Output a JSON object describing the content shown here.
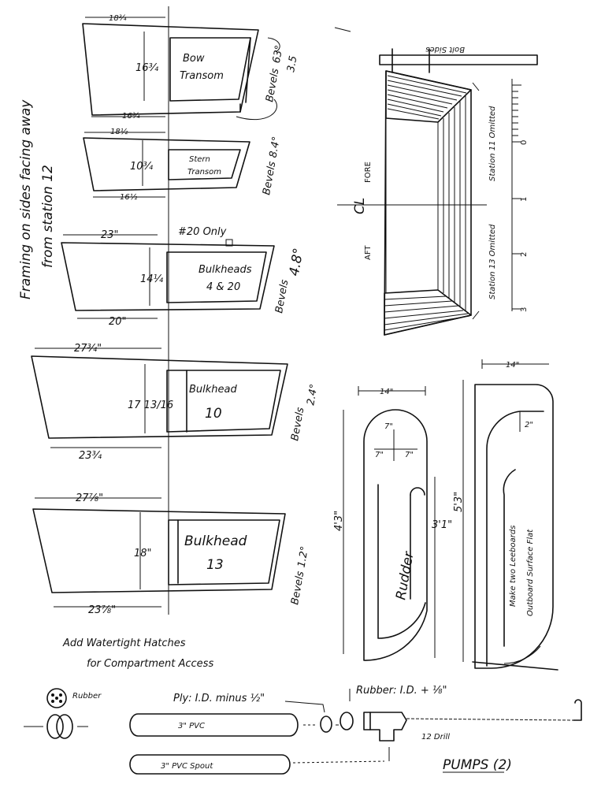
{
  "side_note": {
    "line1": "Framing on sides facing away",
    "line2": "from station 12"
  },
  "bow_transom": {
    "top_dim": "18¾",
    "height": "16¾",
    "name_line1": "Bow",
    "name_line2": "Transom",
    "bottom_dim": "16¾",
    "bevels_label": "Bevels",
    "bevels_value": "63°",
    "extra_value": "3.5"
  },
  "stern_transom": {
    "top_dim": "18½",
    "height": "10¾",
    "name_line1": "Stern",
    "name_line2": "Transom",
    "bottom_dim": "16½",
    "bevels_label": "Bevels",
    "bevels_value": "8.4°"
  },
  "bulkheads_4_20": {
    "note": "#20 Only",
    "top_dim": "23\"",
    "height": "14¼",
    "name_line1": "Bulkheads",
    "name_line2": "4 & 20",
    "bottom_dim": "20\"",
    "bevels_label": "Bevels",
    "bevels_value": "4.8°"
  },
  "bulkhead_10": {
    "top_dim": "27¾\"",
    "height": "17 13/16",
    "name_line1": "Bulkhead",
    "name_line2": "10",
    "bottom_dim": "23¾",
    "bevels_label": "Bevels",
    "bevels_value": "2.4°"
  },
  "bulkhead_13": {
    "top_dim": "27⅞\"",
    "height": "18\"",
    "name_line1": "Bulkhead",
    "name_line2": "13",
    "bottom_dim": "23⅞\"",
    "bevels_label": "Bevels",
    "bevels_value": "1.2°"
  },
  "hatch_note": {
    "line1": "Add Watertight Hatches",
    "line2": "for Compartment Access"
  },
  "hull_view": {
    "bolt_sides": "Bolt Sides",
    "fore": "FORE",
    "aft": "AFT",
    "centerline": "CL",
    "station11": "Station 11 Omitted",
    "station13": "Station 13 Omitted",
    "ruler_marks": [
      "0",
      "1",
      "2",
      "3"
    ]
  },
  "rudder": {
    "width": "14\"",
    "top_radius": "7\"",
    "left_radius": "7\"",
    "right_radius": "7\"",
    "height": "4'3\"",
    "inner_height": "3'1\"",
    "label": "Rudder"
  },
  "leeboard": {
    "width": "14\"",
    "offset": "2\"",
    "height": "5'3\"",
    "note_line1": "Make two Leeboards",
    "note_line2": "Outboard Surface Flat"
  },
  "pumps": {
    "rubber_left": "Rubber",
    "ply_note": "Ply: I.D. minus ½\"",
    "rubber_note": "Rubber: I.D. + ⅛\"",
    "pvc": "3\" PVC",
    "pvc_spout": "3\" PVC Spout",
    "drill": "12 Drill",
    "title": "PUMPS (2)"
  }
}
